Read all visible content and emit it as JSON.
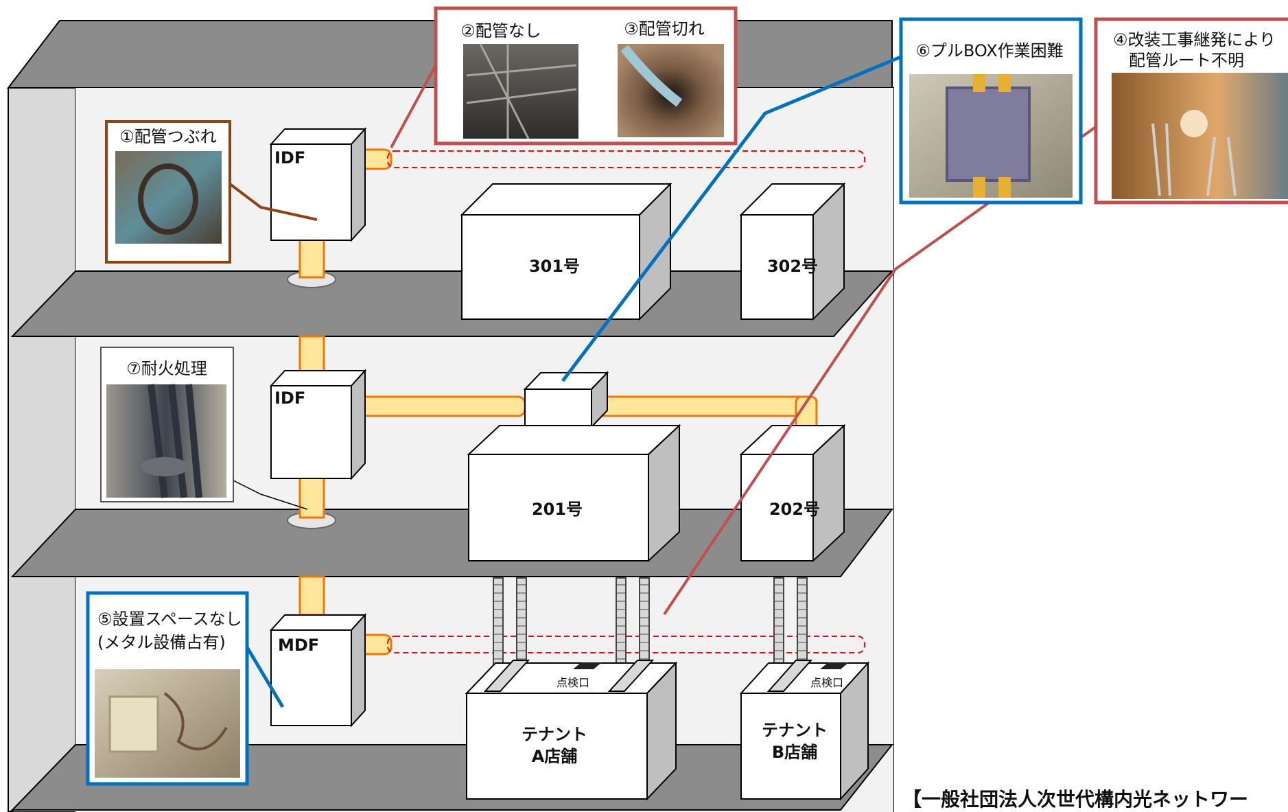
{
  "colors": {
    "red_callout": "#c0504d",
    "blue_callout": "#0070c0",
    "brown_callout": "#8b4513",
    "pipe_fill": "#ffe69a",
    "pipe_stroke": "#f07800",
    "floor_fill": "#8c8c8c",
    "wall_fill": "#d9d9d9"
  },
  "rooms": {
    "idf_3f": "IDF",
    "idf_2f": "IDF",
    "mdf_1f": "MDF",
    "room_301": "301号",
    "room_302": "302号",
    "room_201": "201号",
    "room_202": "202号",
    "tenant_a_line1": "テナント",
    "tenant_a_line2": "A店舗",
    "tenant_b_line1": "テナント",
    "tenant_b_line2": "B店舗",
    "inspection_port_a": "点検口",
    "inspection_port_b": "点検口"
  },
  "callouts": {
    "c1": "①配管つぶれ",
    "c2": "②配管なし",
    "c3": "③配管切れ",
    "c4_line1": "④改装工事継発により",
    "c4_line2": "配管ルート不明",
    "c5_line1": "⑤設置スペースなし",
    "c5_line2": "(メタル設備占有)",
    "c6": "⑥プルBOX作業困難",
    "c7": "⑦耐火処理"
  },
  "credit": "【一般社団法人次世代構内光ネットワー"
}
